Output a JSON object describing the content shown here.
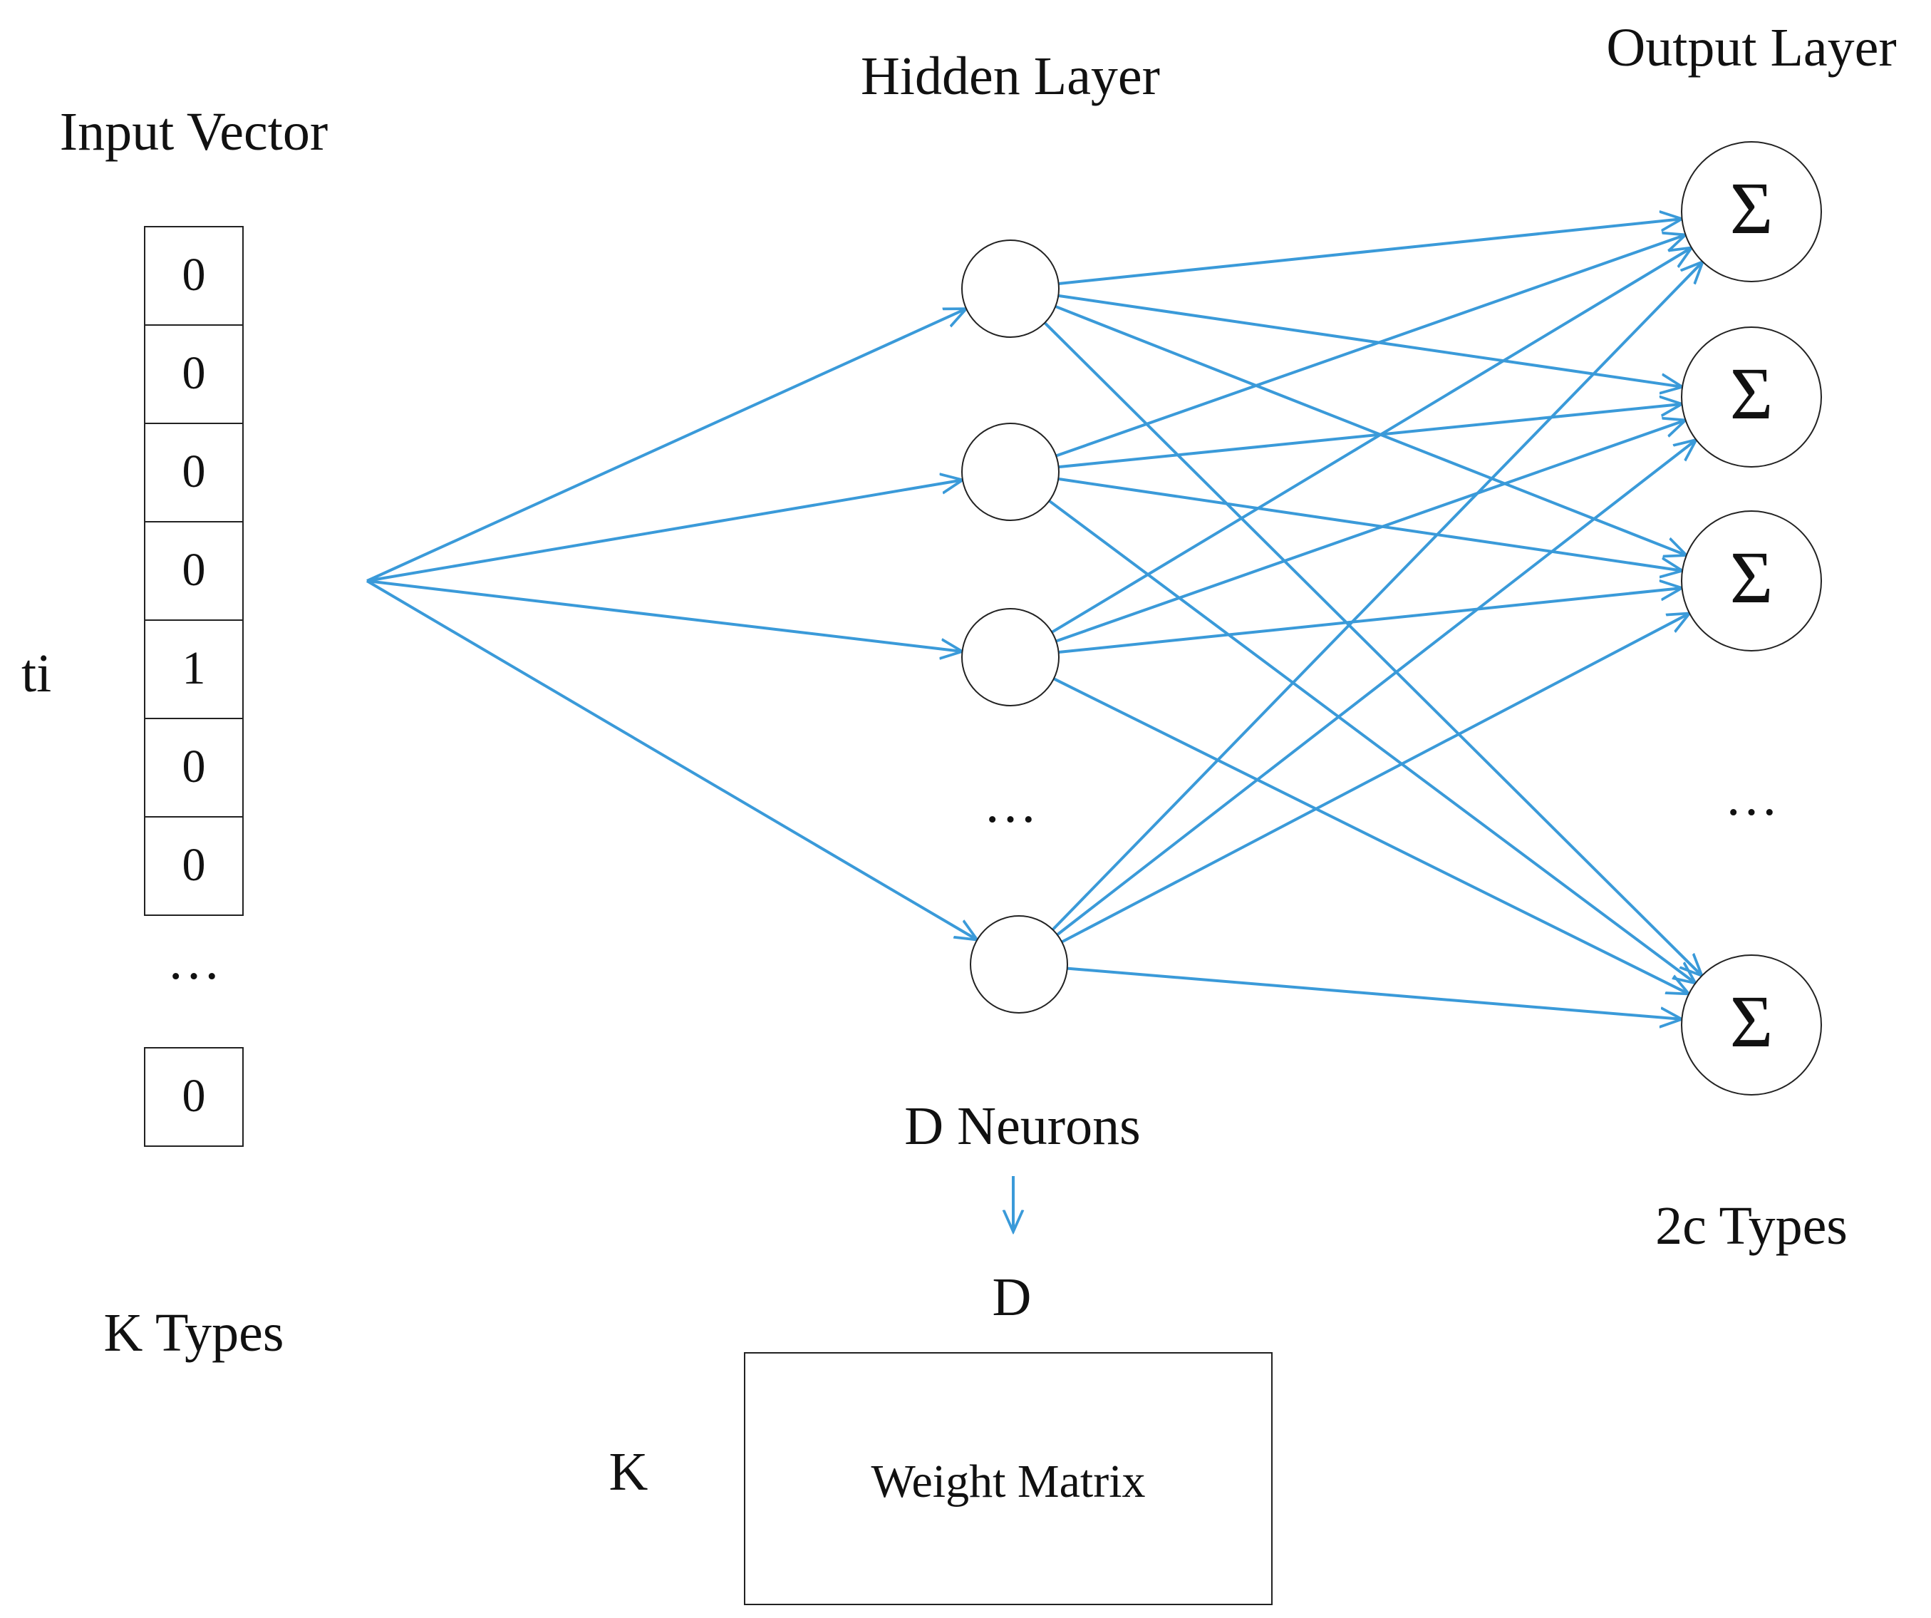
{
  "labels": {
    "input_title": "Input Vector",
    "hidden_title": "Hidden Layer",
    "output_title": "Output Layer",
    "ti": "ti",
    "k_types": "K Types",
    "d_neurons": "D Neurons",
    "types_2c": "2c Types",
    "matrix_d": "D",
    "matrix_k": "K",
    "weight_matrix": "Weight Matrix",
    "input_ellipsis": "···",
    "hidden_ellipsis": "···",
    "output_ellipsis": "···"
  },
  "input_vector": [
    "0",
    "0",
    "0",
    "0",
    "1",
    "0",
    "0"
  ],
  "input_last": "0",
  "output_symbol": "Σ",
  "colors": {
    "arrow": "#3a9ad9",
    "stroke": "#222222",
    "text": "#111111"
  },
  "icons": {
    "arrow": "arrow-icon",
    "neuron": "circle-node",
    "sum": "sigma-symbol"
  }
}
